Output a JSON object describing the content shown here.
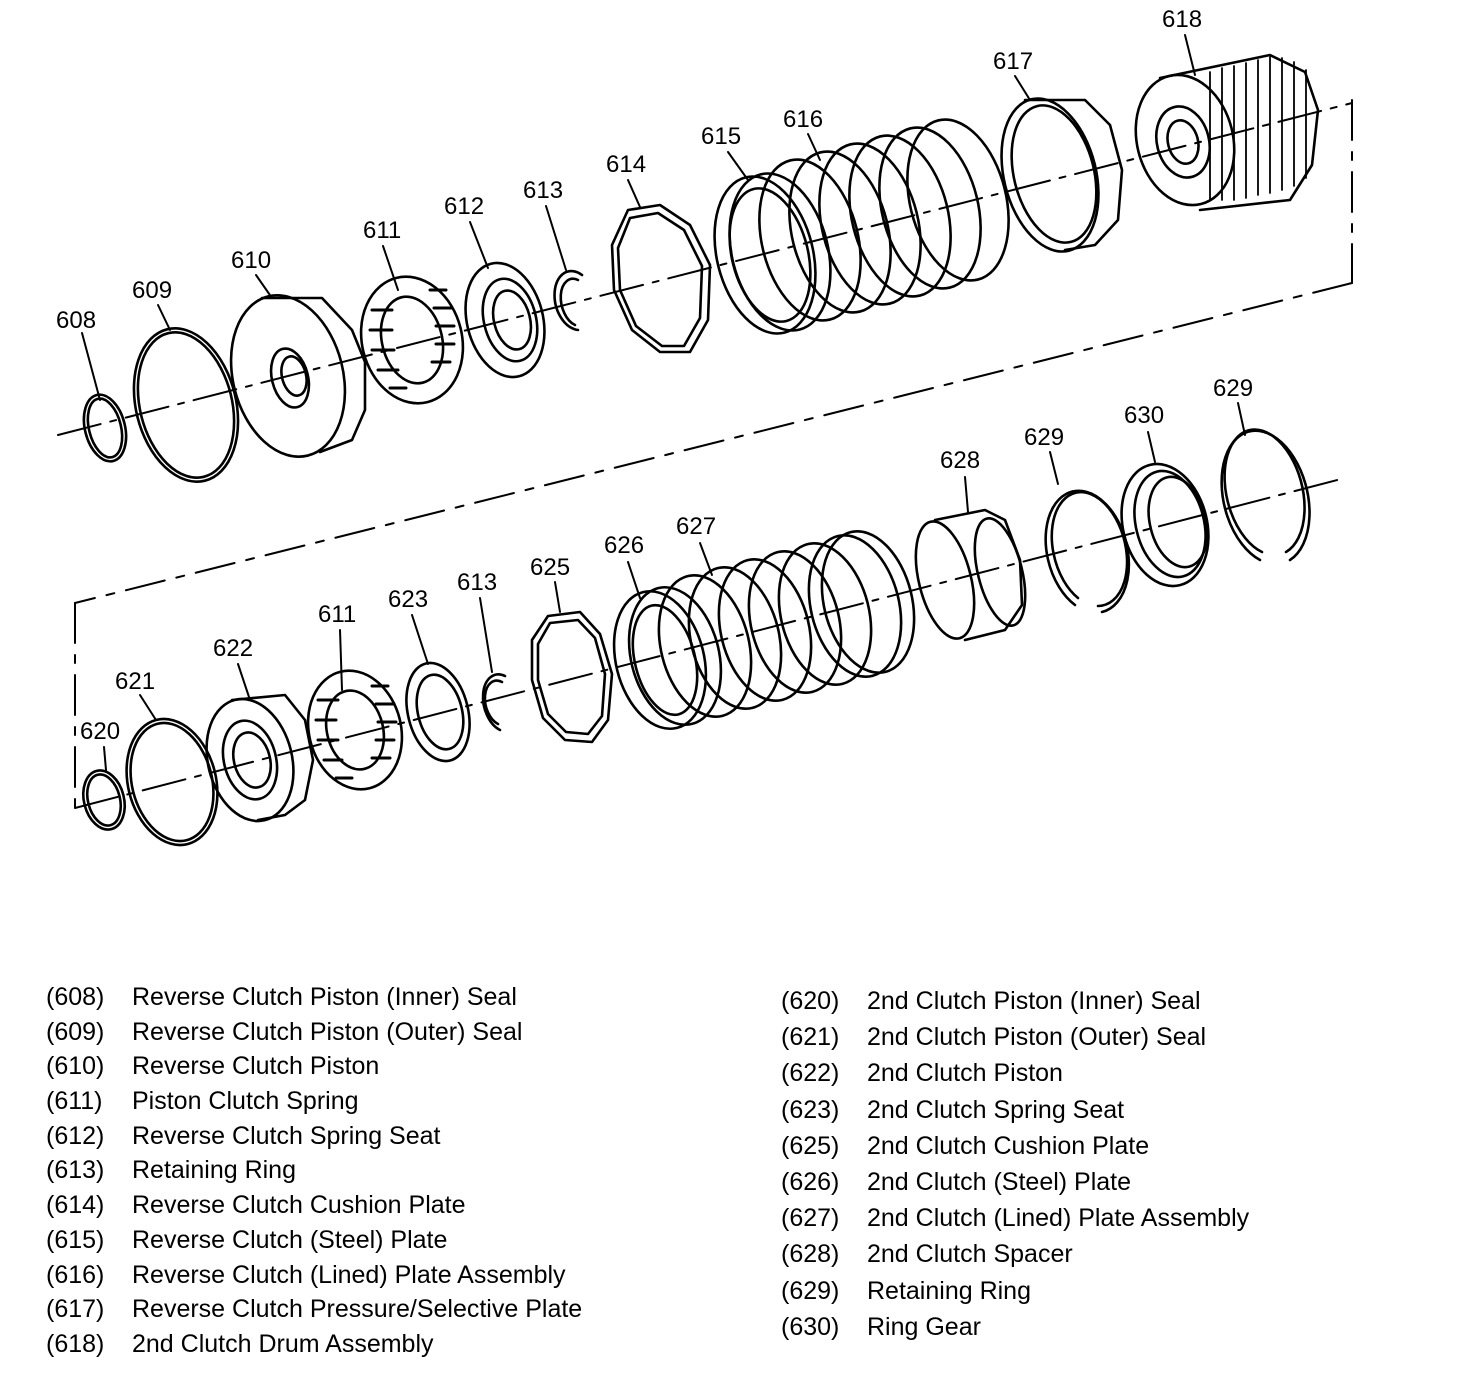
{
  "diagram": {
    "callouts": {
      "c608": "608",
      "c609": "609",
      "c610": "610",
      "c611a": "611",
      "c612": "612",
      "c613a": "613",
      "c614": "614",
      "c615": "615",
      "c616": "616",
      "c617": "617",
      "c618": "618",
      "c620": "620",
      "c621": "621",
      "c622": "622",
      "c611b": "611",
      "c623": "623",
      "c613b": "613",
      "c625": "625",
      "c626": "626",
      "c627": "627",
      "c628": "628",
      "c629a": "629",
      "c630": "630",
      "c629b": "629"
    }
  },
  "legend": {
    "left": [
      {
        "code": "(608)",
        "name": "Reverse Clutch Piston (Inner) Seal"
      },
      {
        "code": "(609)",
        "name": "Reverse Clutch Piston (Outer) Seal"
      },
      {
        "code": "(610)",
        "name": "Reverse Clutch Piston"
      },
      {
        "code": "(611)",
        "name": "Piston Clutch Spring"
      },
      {
        "code": "(612)",
        "name": "Reverse Clutch Spring Seat"
      },
      {
        "code": "(613)",
        "name": "Retaining Ring"
      },
      {
        "code": "(614)",
        "name": "Reverse Clutch Cushion Plate"
      },
      {
        "code": "(615)",
        "name": "Reverse Clutch (Steel) Plate"
      },
      {
        "code": "(616)",
        "name": "Reverse Clutch (Lined) Plate Assembly"
      },
      {
        "code": "(617)",
        "name": "Reverse Clutch Pressure/Selective Plate"
      },
      {
        "code": "(618)",
        "name": "2nd Clutch Drum Assembly"
      }
    ],
    "right": [
      {
        "code": "(620)",
        "name": "2nd Clutch Piston (Inner) Seal"
      },
      {
        "code": "(621)",
        "name": "2nd Clutch Piston (Outer) Seal"
      },
      {
        "code": "(622)",
        "name": "2nd Clutch Piston"
      },
      {
        "code": "(623)",
        "name": "2nd Clutch Spring Seat"
      },
      {
        "code": "(625)",
        "name": "2nd Clutch Cushion Plate"
      },
      {
        "code": "(626)",
        "name": "2nd Clutch (Steel) Plate"
      },
      {
        "code": "(627)",
        "name": "2nd Clutch (Lined) Plate Assembly"
      },
      {
        "code": "(628)",
        "name": "2nd Clutch Spacer"
      },
      {
        "code": "(629)",
        "name": "Retaining Ring"
      },
      {
        "code": "(630)",
        "name": "Ring Gear"
      }
    ]
  }
}
